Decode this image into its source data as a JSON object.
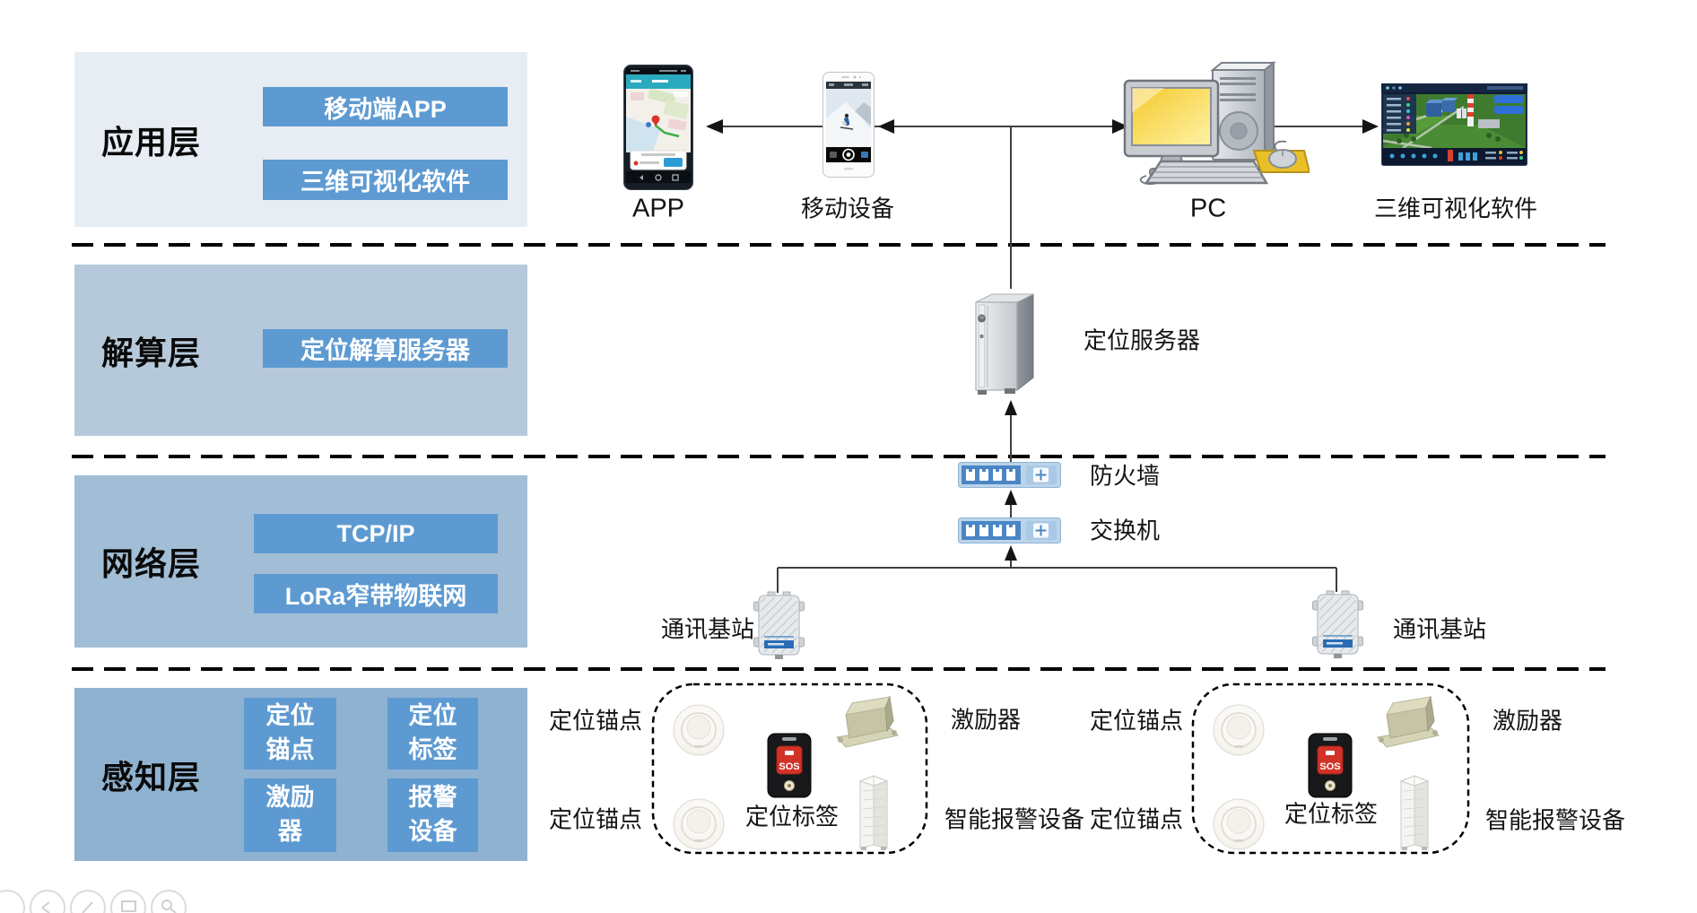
{
  "layers": [
    {
      "title": "应用层",
      "buttons": [
        "移动端APP",
        "三维可视化软件"
      ]
    },
    {
      "title": "解算层",
      "buttons": [
        "定位解算服务器"
      ]
    },
    {
      "title": "网络层",
      "buttons": [
        "TCP/IP",
        "LoRa窄带物联网"
      ]
    },
    {
      "title": "感知层",
      "buttons": [
        "定位\n锚点",
        "定位\n标签",
        "激励\n器",
        "报警\n设备"
      ]
    }
  ],
  "nodes": {
    "app": "APP",
    "mobile": "移动设备",
    "pc": "PC",
    "viz": "三维可视化软件",
    "server": "定位服务器",
    "firewall": "防火墙",
    "switch": "交换机",
    "base_station": "通讯基站"
  },
  "sensors": {
    "anchor": "定位锚点",
    "tag": "定位标签",
    "exciter": "激励器",
    "alarm": "智能报警设备"
  },
  "tag_button": "SOS",
  "colors": {
    "button_blue": "#5d9ad1",
    "panel_app": "#e8edf4",
    "panel_solve": "#b6c9da",
    "panel_net": "#a2bed6",
    "panel_sense": "#8fb2d1",
    "line": "#404040",
    "tag_red": "#d23227"
  }
}
